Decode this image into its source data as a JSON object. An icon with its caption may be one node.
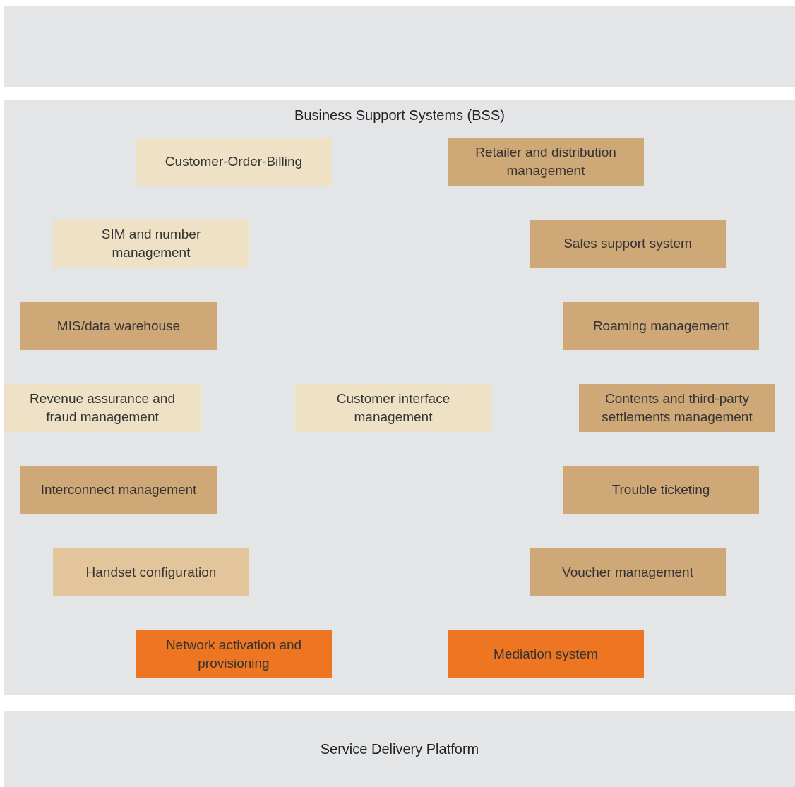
{
  "diagram": {
    "nodes": [
      {
        "text": [],
        "shape": "box"
      },
      {
        "text": [
          "Business Support Systems (BSS)"
        ]
      },
      {
        "text": [
          "Customer-Order-Billing"
        ],
        "in": 1
      },
      {
        "text": [
          "Retailer and distribution management"
        ],
        "in": 1
      },
      {
        "text": [
          "SIM and number management"
        ],
        "in": 1
      },
      {
        "text": [
          "Sales support system"
        ],
        "in": 1
      },
      {
        "text": [
          "MIS/data warehouse"
        ],
        "in": 1
      },
      {
        "text": [
          "Roaming management"
        ],
        "in": 1
      },
      {
        "text": [
          "Revenue assurance and fraud management"
        ],
        "in": 1
      },
      {
        "text": [
          "Customer interface management"
        ],
        "in": 1
      },
      {
        "text": [
          "Contents and third-party settlements management"
        ],
        "in": 1
      },
      {
        "text": [
          "Interconnect management"
        ],
        "in": 1
      },
      {
        "text": [
          "Trouble ticketing"
        ],
        "in": 1
      },
      {
        "text": [
          "Handset configuration"
        ],
        "in": 1
      },
      {
        "text": [
          "Voucher management"
        ],
        "in": 1
      },
      {
        "text": [
          "Network activation and provisioning"
        ],
        "in": 1
      },
      {
        "text": [
          "Mediation system"
        ],
        "in": 1
      },
      {
        "text": [
          "Service Delivery Platform"
        ]
      }
    ]
  }
}
